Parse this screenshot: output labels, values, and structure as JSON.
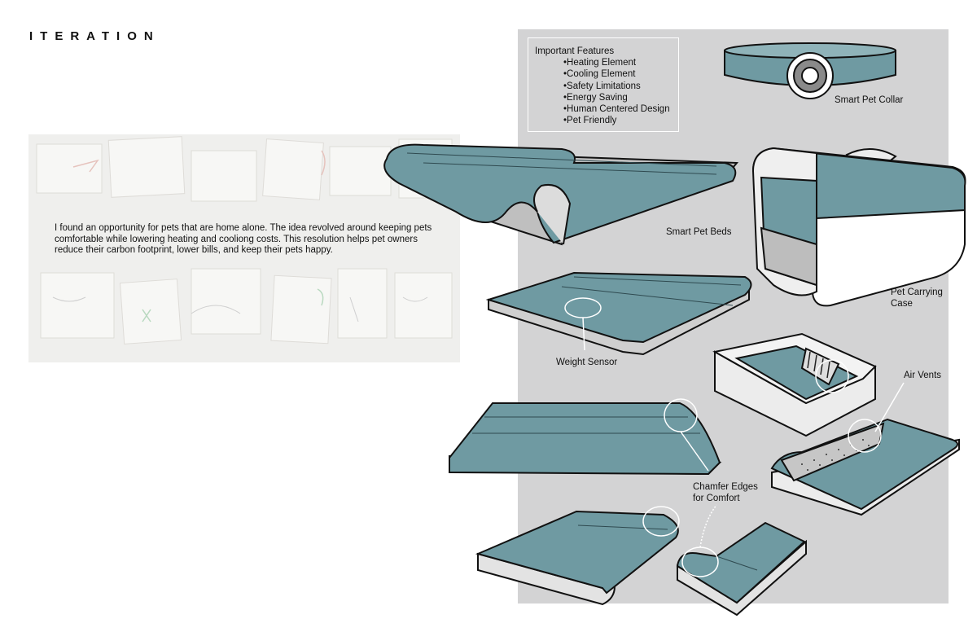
{
  "page": {
    "title": "ITERATION"
  },
  "intro": {
    "text": "I found an opportunity for pets that are home alone. The idea revolved around keeping pets comfortable while lowering heating and cooliong costs. This resolution helps pet owners reduce their carbon footprint, lower bills, and keep their pets happy."
  },
  "features": {
    "heading": "Important Features",
    "items": [
      "Heating Element",
      "Cooling Element",
      "Safety Limitations",
      "Energy Saving",
      "Human Centered Design",
      "Pet Friendly"
    ]
  },
  "labels": {
    "collar": "Smart Pet Collar",
    "beds": "Smart Pet Beds",
    "case_line1": "Pet Carrying",
    "case_line2": "Case",
    "weight": "Weight Sensor",
    "vents": "Air Vents",
    "chamfer_line1": "Chamfer Edges",
    "chamfer_line2": "for Comfort"
  },
  "colors": {
    "teal": "#6f9aa2",
    "teal_light": "#8fb3b9",
    "panel_gray": "#d3d3d4",
    "base_gray": "#e2e2e2"
  }
}
